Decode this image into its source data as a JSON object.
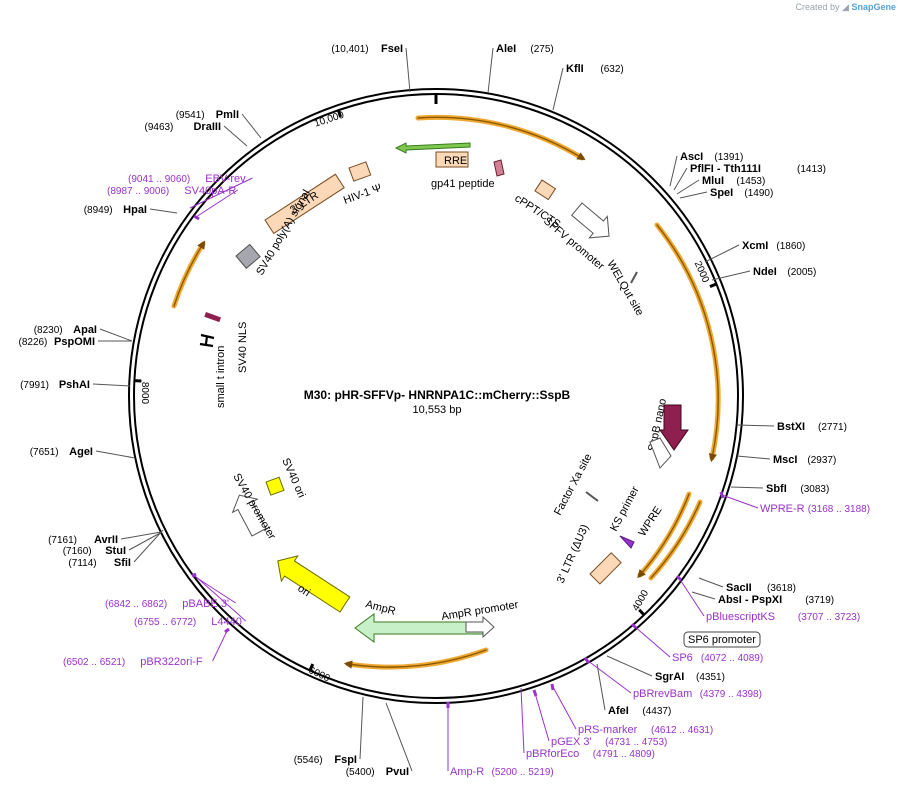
{
  "brand": {
    "prefix": "Created by",
    "name": "SnapGene"
  },
  "map": {
    "title": "M30: pHR-SFFVp- HNRNPA1C::mCherry::SspB",
    "size_label": "10,553 bp",
    "total_bp": 10553
  },
  "ticks": [
    {
      "bp": 2000,
      "label": "2000"
    },
    {
      "bp": 4000,
      "label": "4000"
    },
    {
      "bp": 6000,
      "label": "6000"
    },
    {
      "bp": 8000,
      "label": "8000"
    },
    {
      "bp": 10000,
      "label": "10,000"
    }
  ],
  "enzymes": [
    {
      "name": "FseI",
      "pos": "(10,401)",
      "bp": 10401
    },
    {
      "name": "AleI",
      "pos": "(275)",
      "bp": 275
    },
    {
      "name": "KflI",
      "pos": "(632)",
      "bp": 632
    },
    {
      "name": "AscI",
      "pos": "(1391)",
      "bp": 1391
    },
    {
      "name": "PflFI - Tth111I",
      "pos": "(1413)",
      "bp": 1413
    },
    {
      "name": "MluI",
      "pos": "(1453)",
      "bp": 1453
    },
    {
      "name": "SpeI",
      "pos": "(1490)",
      "bp": 1490
    },
    {
      "name": "XcmI",
      "pos": "(1860)",
      "bp": 1860
    },
    {
      "name": "NdeI",
      "pos": "(2005)",
      "bp": 2005
    },
    {
      "name": "BstXI",
      "pos": "(2771)",
      "bp": 2771
    },
    {
      "name": "MscI",
      "pos": "(2937)",
      "bp": 2937
    },
    {
      "name": "SbfI",
      "pos": "(3083)",
      "bp": 3083
    },
    {
      "name": "SacII",
      "pos": "(3618)",
      "bp": 3618
    },
    {
      "name": "AbsI - PspXI",
      "pos": "(3719)",
      "bp": 3719
    },
    {
      "name": "SgrAI",
      "pos": "(4351)",
      "bp": 4351
    },
    {
      "name": "AfeI",
      "pos": "(4437)",
      "bp": 4437
    },
    {
      "name": "PvuI",
      "pos": "(5400)",
      "bp": 5400
    },
    {
      "name": "FspI",
      "pos": "(5546)",
      "bp": 5546
    },
    {
      "name": "SfiI",
      "pos": "(7114)",
      "bp": 7114
    },
    {
      "name": "StuI",
      "pos": "(7160)",
      "bp": 7160
    },
    {
      "name": "AvrII",
      "pos": "(7161)",
      "bp": 7161
    },
    {
      "name": "AgeI",
      "pos": "(7651)",
      "bp": 7651
    },
    {
      "name": "PshAI",
      "pos": "(7991)",
      "bp": 7991
    },
    {
      "name": "PspOMI",
      "pos": "(8226)",
      "bp": 8226
    },
    {
      "name": "ApaI",
      "pos": "(8230)",
      "bp": 8230
    },
    {
      "name": "HpaI",
      "pos": "(8949)",
      "bp": 8949
    },
    {
      "name": "DraIII",
      "pos": "(9463)",
      "bp": 9463
    },
    {
      "name": "PmlI",
      "pos": "(9541)",
      "bp": 9541
    }
  ],
  "primers": [
    {
      "name": "WPRE-R",
      "pos": "(3168 .. 3188)",
      "bp": 3178
    },
    {
      "name": "pBluescriptKS",
      "pos": "(3707 .. 3723)",
      "bp": 3715
    },
    {
      "name": "SP6",
      "pos": "(4072 .. 4089)",
      "bp": 4080
    },
    {
      "name": "pBRrevBam",
      "pos": "(4379 .. 4398)",
      "bp": 4388
    },
    {
      "name": "pRS-marker",
      "pos": "(4612 .. 4631)",
      "bp": 4621
    },
    {
      "name": "pGEX 3'",
      "pos": "(4731 .. 4753)",
      "bp": 4742
    },
    {
      "name": "pBRforEco",
      "pos": "(4791 .. 4809)",
      "bp": 4800
    },
    {
      "name": "Amp-R",
      "pos": "(5200 .. 5219)",
      "bp": 5210
    },
    {
      "name": "pBR322ori-F",
      "pos": "(6502 .. 6521)",
      "bp": 6511
    },
    {
      "name": "L4440",
      "pos": "(6755 .. 6772)",
      "bp": 6763
    },
    {
      "name": "pBABE 3'",
      "pos": "(6842 .. 6862)",
      "bp": 6852
    },
    {
      "name": "SV40pA-R",
      "pos": "(8987 .. 9006)",
      "bp": 8996
    },
    {
      "name": "EBV-rev",
      "pos": "(9041 .. 9060)",
      "bp": 9050
    }
  ],
  "promoter_box": {
    "label": "SP6 promoter"
  },
  "features": [
    {
      "id": "rre",
      "label": "RRE"
    },
    {
      "id": "gp41",
      "label": "gp41 peptide"
    },
    {
      "id": "hiv1",
      "label": "HIV-1 Ψ"
    },
    {
      "id": "ltr3",
      "label": "3' LTR"
    },
    {
      "id": "sv40pa",
      "label": "SV40 poly(A) signal"
    },
    {
      "id": "cppt",
      "label": "cPPT/CTS"
    },
    {
      "id": "sffv",
      "label": "SFFV promoter"
    },
    {
      "id": "welq",
      "label": "WELQut site"
    },
    {
      "id": "sv40nls",
      "label": "SV40 NLS"
    },
    {
      "id": "smallt",
      "label": "small t intron"
    },
    {
      "id": "sspb",
      "label": "SspB nano"
    },
    {
      "id": "factorxa",
      "label": "Factor Xa site"
    },
    {
      "id": "wpre",
      "label": "WPRE"
    },
    {
      "id": "ksprimer",
      "label": "KS primer"
    },
    {
      "id": "ltr3du3",
      "label": "3' LTR (ΔU3)"
    },
    {
      "id": "sv40ori",
      "label": "SV40 ori"
    },
    {
      "id": "sv40prom",
      "label": "SV40 promoter"
    },
    {
      "id": "ori",
      "label": "ori"
    },
    {
      "id": "ampr",
      "label": "AmpR"
    },
    {
      "id": "amprprom",
      "label": "AmpR promoter"
    }
  ],
  "colors": {
    "orange_arc": "#f0a830",
    "green_arrow": "#c8f0c8",
    "yellow_ori": "#ffff00",
    "peach": "#fbd9b8",
    "purple": "#9932cc",
    "sspb": "#8e1f4f"
  }
}
